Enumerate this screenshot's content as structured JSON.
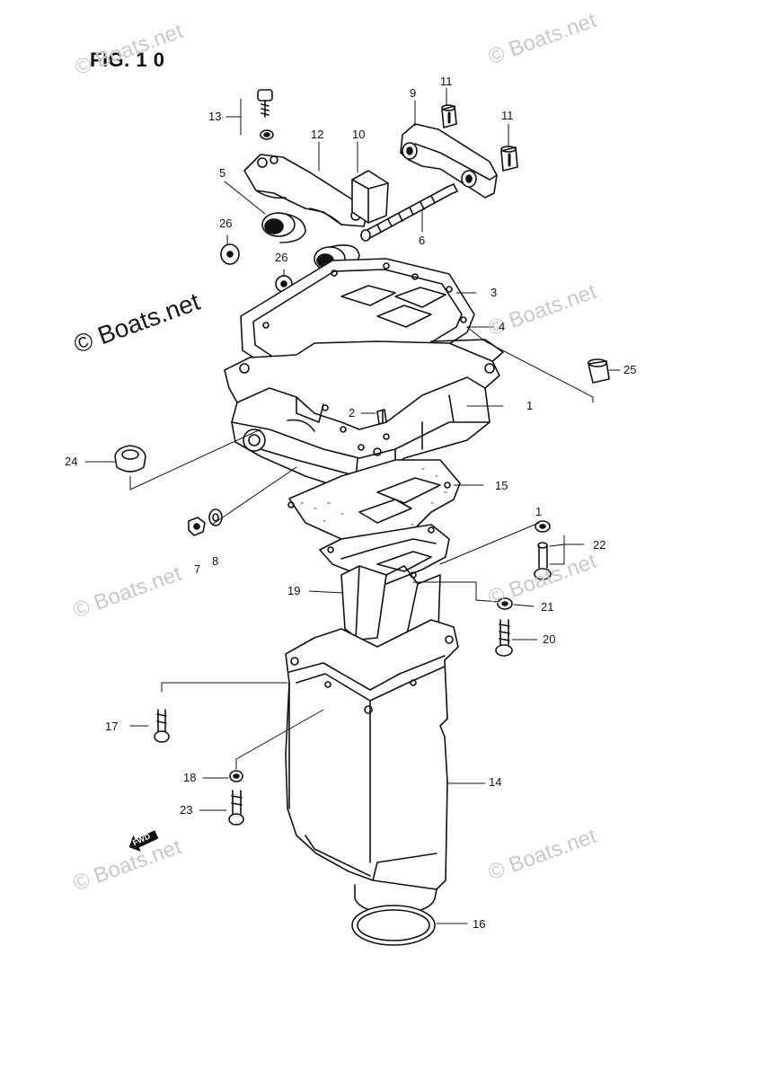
{
  "figure": {
    "title": "FIG. 1 0"
  },
  "watermark": {
    "text": "© Boats.net"
  },
  "fwd_badge": {
    "text": "FWD"
  },
  "callouts": [
    {
      "id": "c1a",
      "text": "1"
    },
    {
      "id": "c1b",
      "text": "1"
    },
    {
      "id": "c2",
      "text": "2"
    },
    {
      "id": "c3",
      "text": "3"
    },
    {
      "id": "c4",
      "text": "4"
    },
    {
      "id": "c5",
      "text": "5"
    },
    {
      "id": "c6",
      "text": "6"
    },
    {
      "id": "c7",
      "text": "7"
    },
    {
      "id": "c8",
      "text": "8"
    },
    {
      "id": "c9",
      "text": "9"
    },
    {
      "id": "c10",
      "text": "10"
    },
    {
      "id": "c11a",
      "text": "11"
    },
    {
      "id": "c11b",
      "text": "11"
    },
    {
      "id": "c12",
      "text": "12"
    },
    {
      "id": "c13",
      "text": "13"
    },
    {
      "id": "c14",
      "text": "14"
    },
    {
      "id": "c15",
      "text": "15"
    },
    {
      "id": "c16",
      "text": "16"
    },
    {
      "id": "c17",
      "text": "17"
    },
    {
      "id": "c18",
      "text": "18"
    },
    {
      "id": "c19",
      "text": "19"
    },
    {
      "id": "c20",
      "text": "20"
    },
    {
      "id": "c21",
      "text": "21"
    },
    {
      "id": "c22",
      "text": "22"
    },
    {
      "id": "c23",
      "text": "23"
    },
    {
      "id": "c24",
      "text": "24"
    },
    {
      "id": "c25",
      "text": "25"
    },
    {
      "id": "c26a",
      "text": "26"
    },
    {
      "id": "c26b",
      "text": "26"
    }
  ]
}
